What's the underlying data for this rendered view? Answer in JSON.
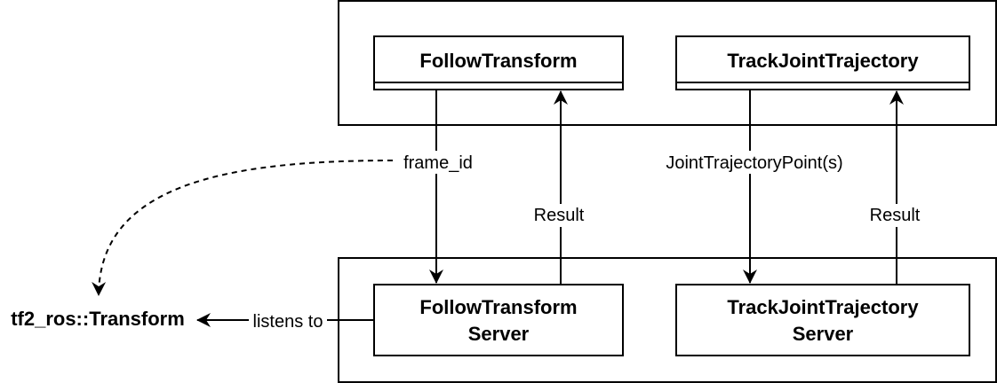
{
  "nodes": {
    "follow_transform": {
      "title": "FollowTransform"
    },
    "track_joint_trajectory": {
      "title": "TrackJointTrajectory"
    },
    "follow_transform_server": {
      "title_line1": "FollowTransform",
      "title_line2": "Server"
    },
    "track_joint_trajectory_server": {
      "title_line1": "TrackJointTrajectory",
      "title_line2": "Server"
    },
    "tf2_transform": {
      "label": "tf2_ros::Transform"
    }
  },
  "edges": {
    "frame_id": {
      "label": "frame_id"
    },
    "ft_result": {
      "label": "Result"
    },
    "joint_points": {
      "label": "JointTrajectoryPoint(s)"
    },
    "tjt_result": {
      "label": "Result"
    },
    "listens_to": {
      "label": "listens to"
    }
  }
}
